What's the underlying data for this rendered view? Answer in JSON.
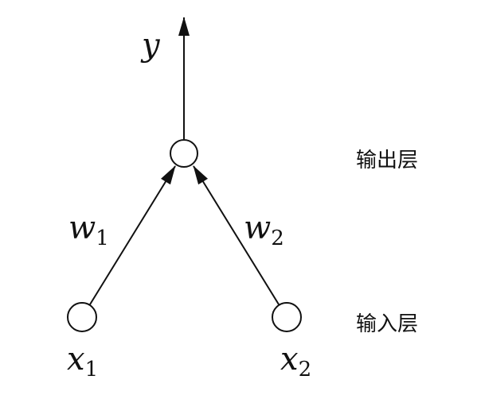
{
  "output": {
    "var": "y",
    "layer_label": "输出层"
  },
  "inputs": [
    {
      "var": "x",
      "sub": "1",
      "weight_var": "w",
      "weight_sub": "1"
    },
    {
      "var": "x",
      "sub": "2",
      "weight_var": "w",
      "weight_sub": "2"
    }
  ],
  "input_layer_label": "输入层"
}
